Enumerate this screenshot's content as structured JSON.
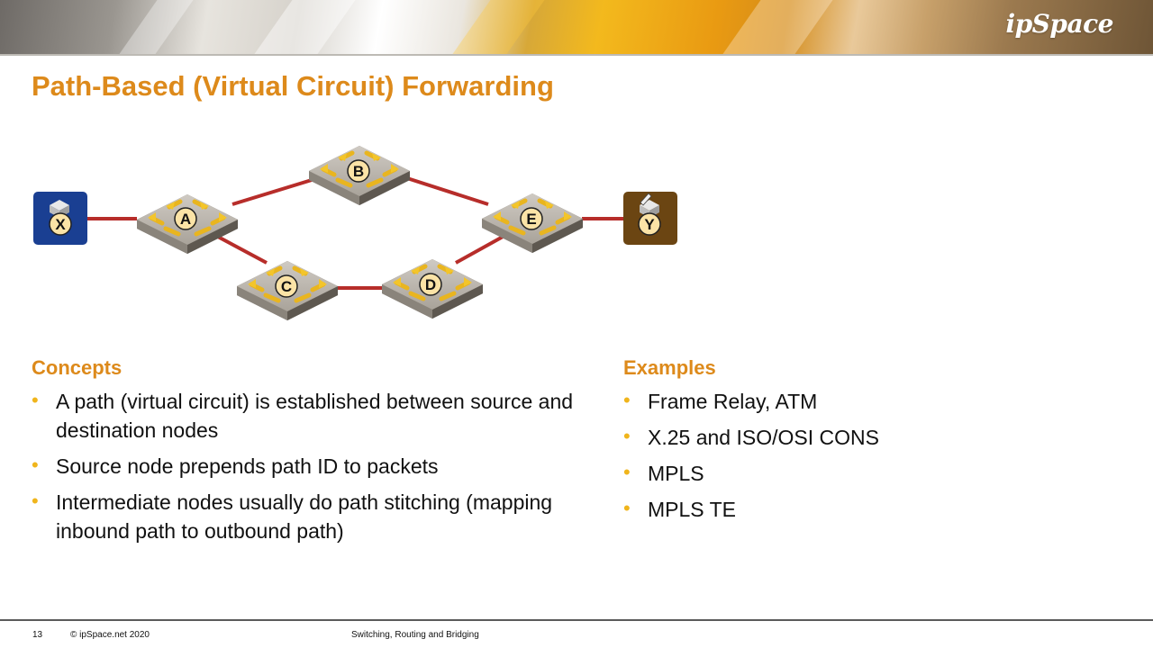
{
  "header": {
    "logo_text": "ipSpace"
  },
  "slide": {
    "title": "Path-Based (Virtual Circuit) Forwarding"
  },
  "diagram": {
    "nodes": {
      "x": "X",
      "y": "Y",
      "a": "A",
      "b": "B",
      "c": "C",
      "d": "D",
      "e": "E"
    },
    "link_color": "#b72d2a",
    "host_x_color": "#1a3f92",
    "host_y_color": "#6b4512"
  },
  "concepts": {
    "heading": "Concepts",
    "items": [
      "A path (virtual circuit) is established between source and destination nodes",
      "Source node prepends path ID to packets",
      "Intermediate nodes usually do path stitching (mapping inbound path to outbound path)"
    ]
  },
  "examples": {
    "heading": "Examples",
    "items": [
      "Frame Relay, ATM",
      "X.25 and ISO/OSI CONS",
      "MPLS",
      "MPLS TE"
    ]
  },
  "footer": {
    "slide_number": "13",
    "copyright": "© ipSpace.net 2020",
    "course_title": "Switching, Routing and Bridging"
  },
  "colors": {
    "accent": "#dd8a1b",
    "bullet": "#f0b51c"
  }
}
